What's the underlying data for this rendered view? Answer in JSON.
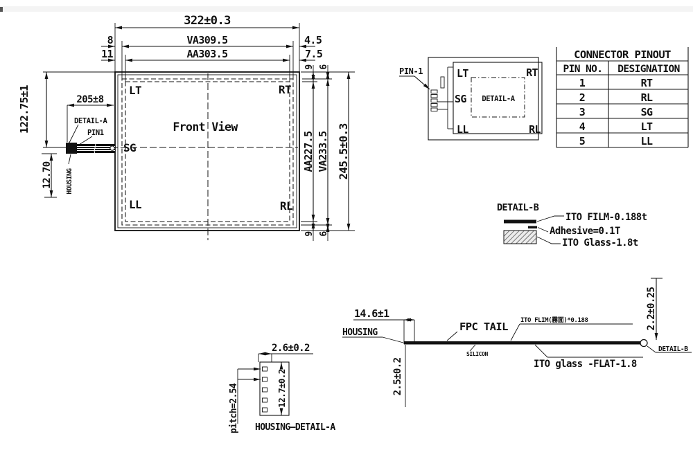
{
  "colors": {
    "ink": "#111111",
    "background": "#ffffff"
  },
  "front_view": {
    "title": "Front View",
    "corners": {
      "lt": "LT",
      "rt": "RT",
      "sg": "SG",
      "ll": "LL",
      "rl": "RL"
    },
    "dim_width_total": "322±0.3",
    "dim_width_va": "VA309.5",
    "dim_width_aa": "AA303.5",
    "dim_left_va": "8",
    "dim_left_aa": "11",
    "dim_right_va": "4.5",
    "dim_right_aa": "7.5",
    "dim_top_aa": "9",
    "dim_top_va": "6",
    "dim_bottom_aa": "9",
    "dim_bottom_va": "6",
    "dim_height_aa": "AA227.5",
    "dim_height_va": "VA233.5",
    "dim_height_total": "245.5±0.3",
    "dim_tail_y": "122.75±1",
    "dim_tail_len": "205±8",
    "dim_housing": "12.70",
    "label_detail_a": "DETAIL-A",
    "label_pin1": "PIN1",
    "label_housing": "HOUSING"
  },
  "detail_view": {
    "label_pin1": "PIN-1",
    "corners": {
      "lt": "LT",
      "rt": "RT",
      "sg": "SG",
      "ll": "LL",
      "rl": "RL"
    },
    "label_detail_a": "DETAIL-A"
  },
  "pinout_table": {
    "title": "CONNECTOR PINOUT",
    "col_pin": "PIN NO.",
    "col_designation": "DESIGNATION",
    "rows": [
      {
        "pin": "1",
        "designation": "RT"
      },
      {
        "pin": "2",
        "designation": "RL"
      },
      {
        "pin": "3",
        "designation": "SG"
      },
      {
        "pin": "4",
        "designation": "LT"
      },
      {
        "pin": "5",
        "designation": "LL"
      }
    ]
  },
  "detail_b": {
    "title": "DETAIL-B",
    "label_film": "ITO FILM-0.188t",
    "label_adhesive": "Adhesive=0.1T",
    "label_glass": "ITO Glass-1.8t"
  },
  "side_view": {
    "dim_housing_h": "14.6±1",
    "label_housing": "HOUSING",
    "label_fpc": "FPC TAIL",
    "label_film": "ITO FLIM(霧面)*0.188",
    "label_silicon": "SILICON",
    "label_glass": "ITO glass -FLAT-1.8",
    "dim_tail_t": "2.5±0.2",
    "dim_stack_t": "2.2±0.25",
    "label_detail_b": "DETAIL-B"
  },
  "housing_detail": {
    "dim_width": "2.6±0.2",
    "dim_pitch": "pitch=2.54",
    "dim_height": "12.7±0.2",
    "caption": "HOUSING—DETAIL-A"
  }
}
